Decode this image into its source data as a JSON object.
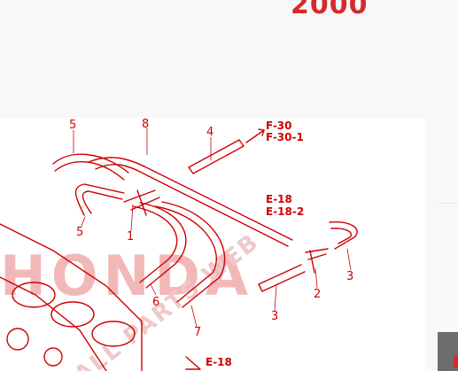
{
  "header": {
    "year": "2000"
  },
  "diagram": {
    "labels": {
      "l5a": "5",
      "l8": "8",
      "l4": "4",
      "f30": "F-30",
      "f30_1": "F-30-1",
      "e18": "E-18",
      "e18_2": "E-18-2",
      "l5b": "5",
      "l1": "1",
      "l3a": "3",
      "l2": "2",
      "l3b": "3",
      "l6": "6",
      "l7": "7",
      "e18b": "E-18"
    },
    "watermark": "HONDA",
    "watermark_arc": "ALL PARTS WEB",
    "line_color": "#d00000"
  }
}
